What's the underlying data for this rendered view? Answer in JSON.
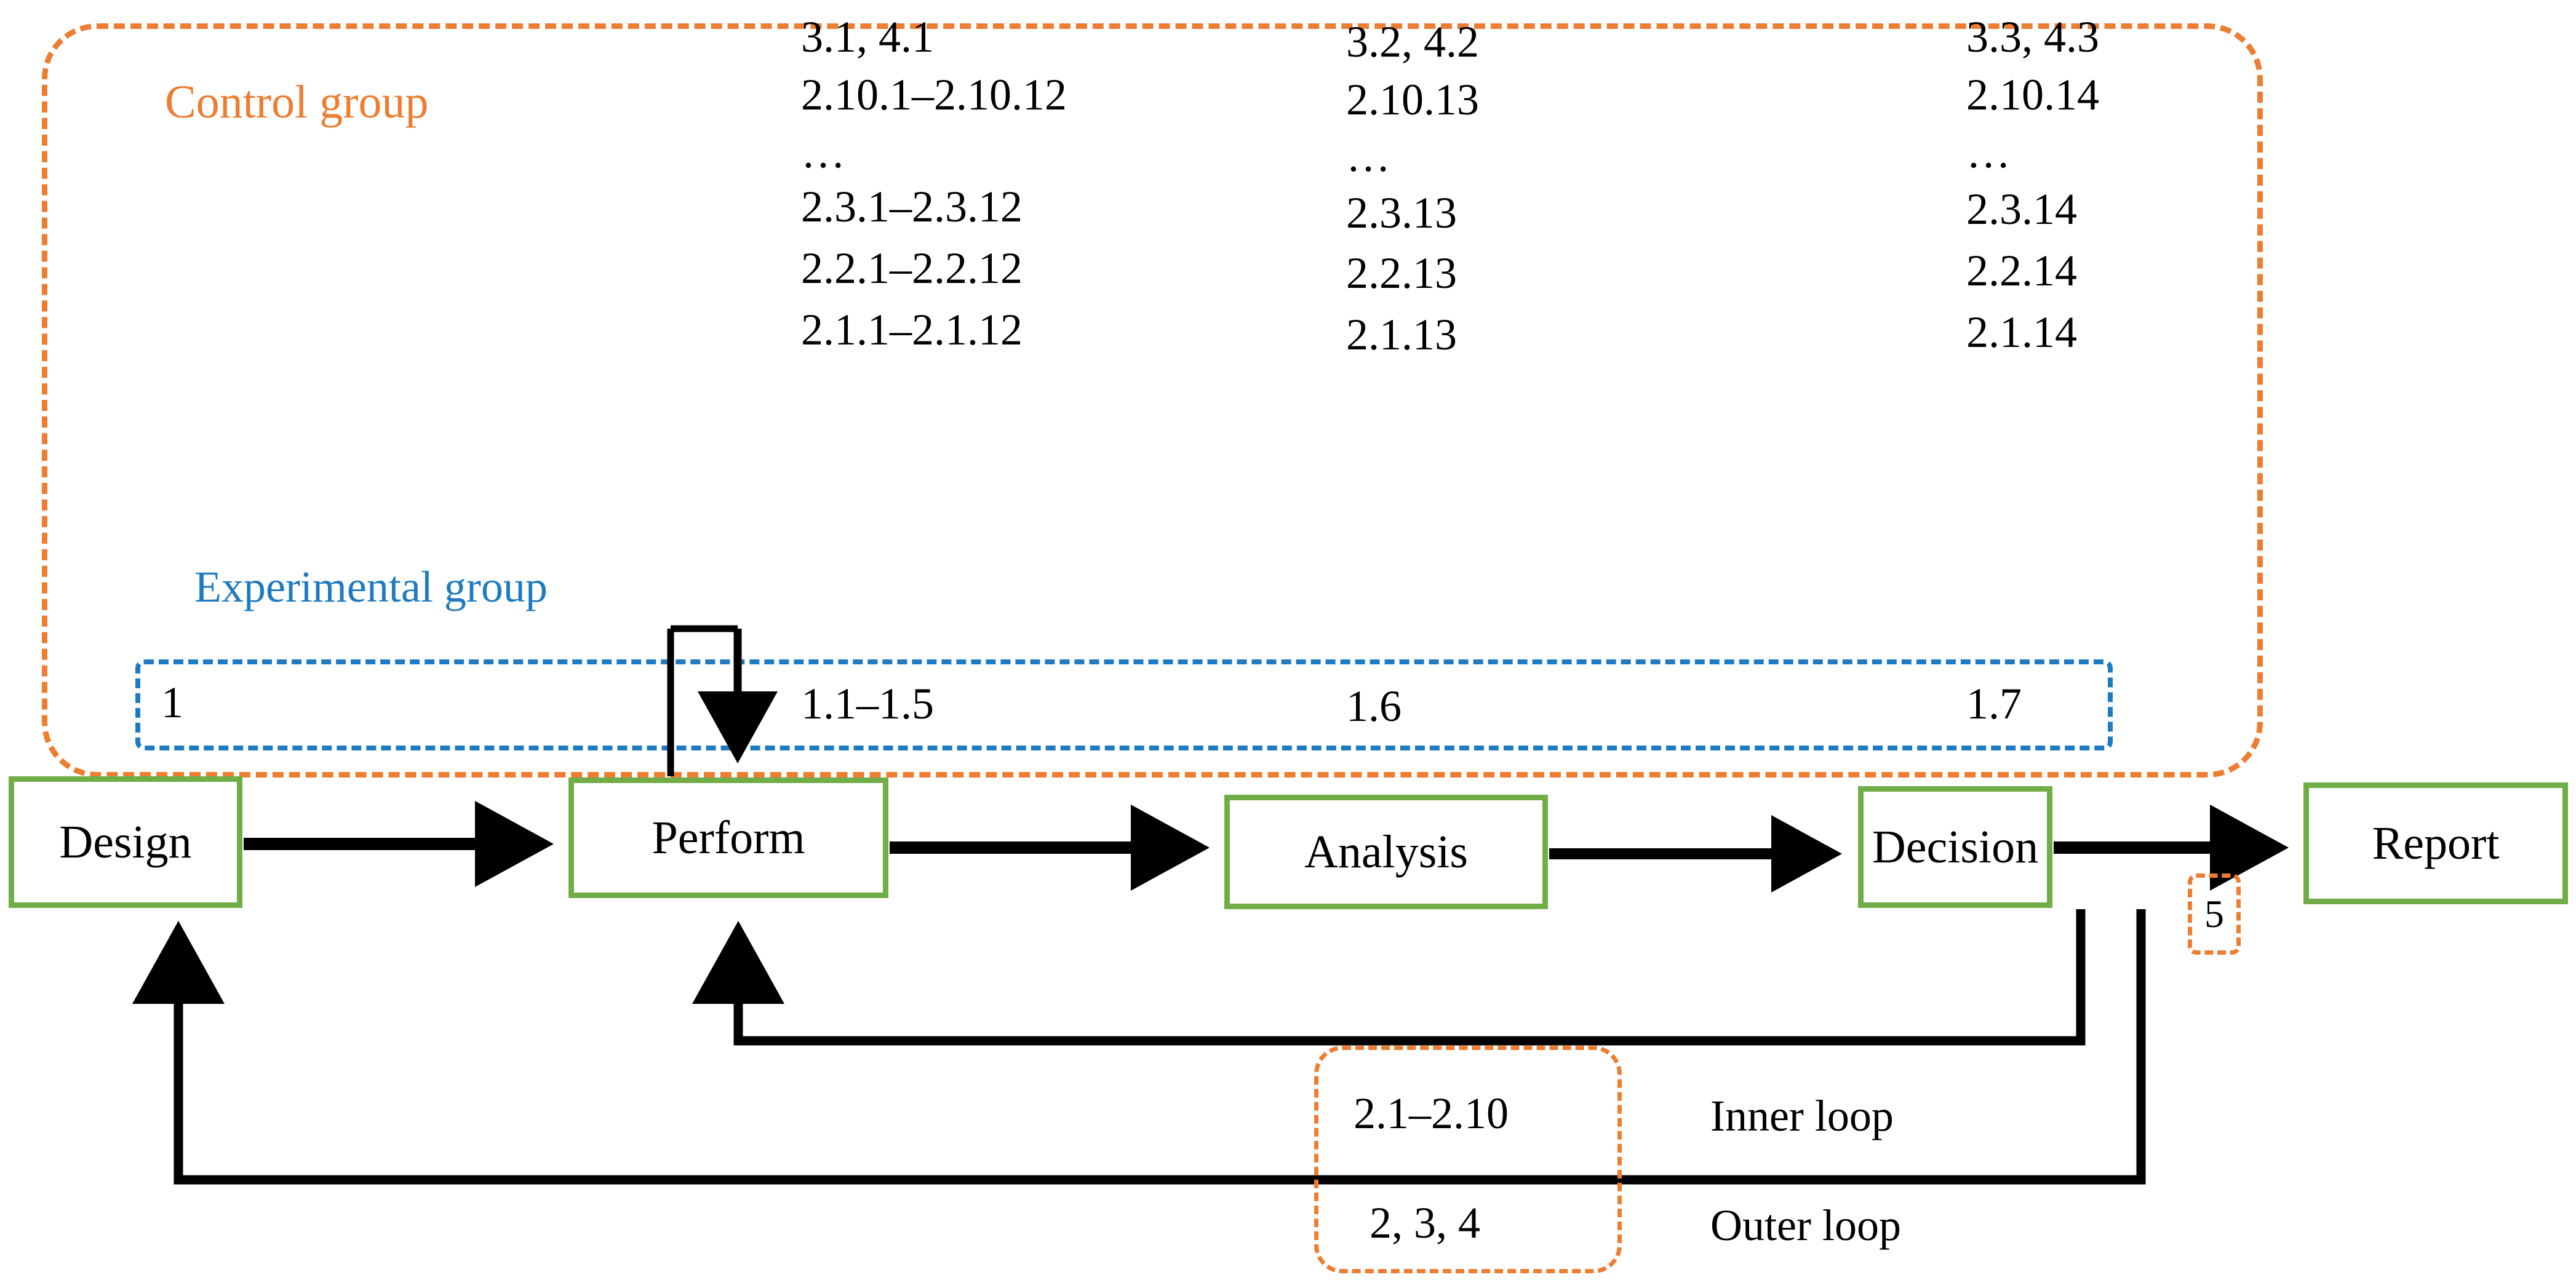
{
  "diagram": {
    "title": "Experiment process with inner and outer loops",
    "colors": {
      "control_group": "#ED7D31",
      "experimental_group": "#1F7BC1",
      "process_box": "#70AD47",
      "connector": "#000000"
    }
  },
  "groups": {
    "control": {
      "label": "Control group"
    },
    "experimental": {
      "label": "Experimental group"
    }
  },
  "matrix": {
    "columns": [
      {
        "key": "perform",
        "items": [
          "3.1, 4.1",
          "2.10.1–2.10.12",
          "…",
          "2.3.1–2.3.12",
          "2.2.1–2.2.12",
          "2.1.1–2.1.12",
          "1.1–1.5"
        ]
      },
      {
        "key": "analysis",
        "items": [
          "3.2, 4.2",
          "2.10.13",
          "…",
          "2.3.13",
          "2.2.13",
          "2.1.13",
          "1.6"
        ]
      },
      {
        "key": "decision",
        "items": [
          "3.3, 4.3",
          "2.10.14",
          "…",
          "2.3.14",
          "2.2.14",
          "2.1.14",
          "1.7"
        ]
      }
    ],
    "design_step": "1"
  },
  "process": {
    "boxes": [
      {
        "key": "design",
        "label": "Design"
      },
      {
        "key": "perform",
        "label": "Perform"
      },
      {
        "key": "analysis",
        "label": "Analysis"
      },
      {
        "key": "decision",
        "label": "Decision"
      },
      {
        "key": "report",
        "label": "Report"
      }
    ]
  },
  "annotations": {
    "report_step": "5",
    "inner_loop_codes": "2.1–2.10",
    "outer_loop_codes": "2, 3, 4",
    "inner_loop_label": "Inner loop",
    "outer_loop_label": "Outer loop"
  }
}
